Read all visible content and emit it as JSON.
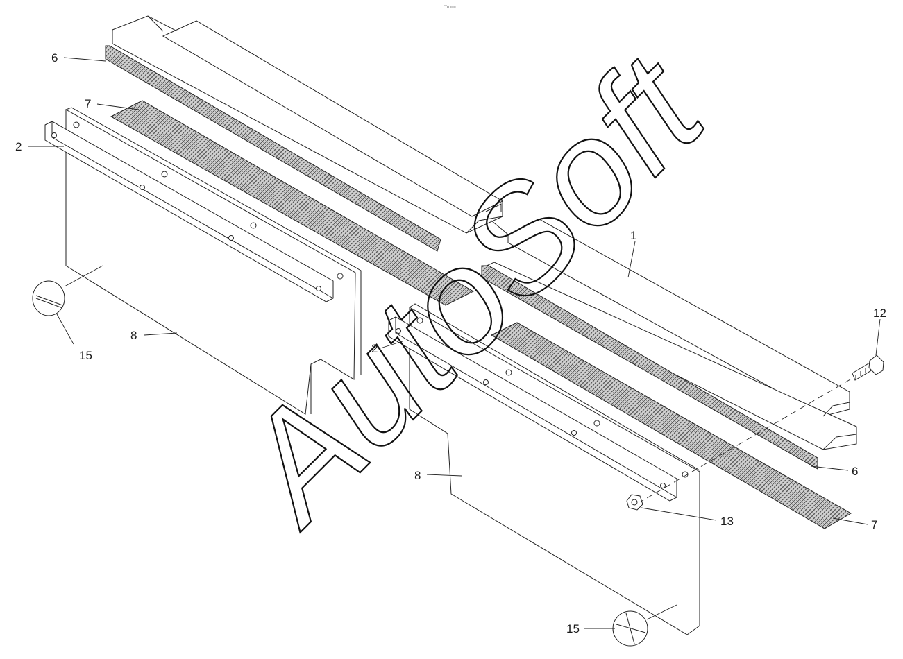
{
  "header_mark": "°°n ≡≡≡",
  "callouts": [
    {
      "id": "callout-1",
      "label": "1"
    },
    {
      "id": "callout-2-left",
      "label": "2"
    },
    {
      "id": "callout-2-right",
      "label": "2"
    },
    {
      "id": "callout-6-left",
      "label": "6"
    },
    {
      "id": "callout-6-right",
      "label": "6"
    },
    {
      "id": "callout-7-left",
      "label": "7"
    },
    {
      "id": "callout-7-right",
      "label": "7"
    },
    {
      "id": "callout-8-left",
      "label": "8"
    },
    {
      "id": "callout-8-right",
      "label": "8"
    },
    {
      "id": "callout-12",
      "label": "12"
    },
    {
      "id": "callout-13",
      "label": "13"
    },
    {
      "id": "callout-15-left",
      "label": "15"
    },
    {
      "id": "callout-15-right",
      "label": "15"
    }
  ],
  "watermark": "AutoSoft",
  "colors": {
    "line": "#222222",
    "background": "#ffffff",
    "mesh": "#c8c8c8"
  }
}
